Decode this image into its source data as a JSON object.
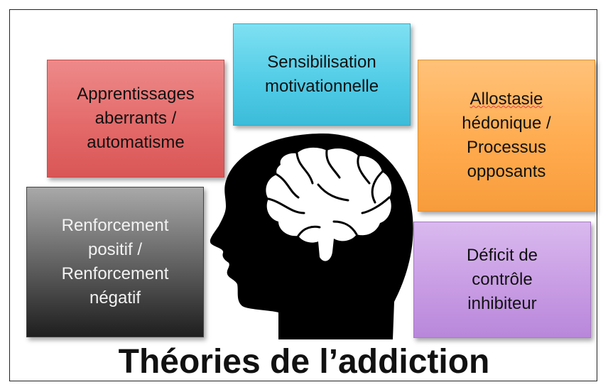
{
  "diagram": {
    "title": "Théories de l’addiction",
    "boxes": {
      "apprentissages": "Apprentissages\naberrants /\nautomatisme",
      "sensibilisation": "Sensibilisation\nmotivationnelle",
      "allostasie_word": "Allostasie",
      "allostasie_rest": "hédonique /\nProcessus\nopposants",
      "renforcement": "Renforcement\npositif /\nRenforcement\nnégatif",
      "deficit": "Déficit de\ncontrôle\ninhibiteur"
    },
    "colors": {
      "red": "#e46a6a",
      "cyan": "#4fcbe6",
      "orange": "#ffab4f",
      "gray": "#6a6a6a",
      "purple": "#c79ae3"
    },
    "icon": "head-with-brain-icon"
  }
}
